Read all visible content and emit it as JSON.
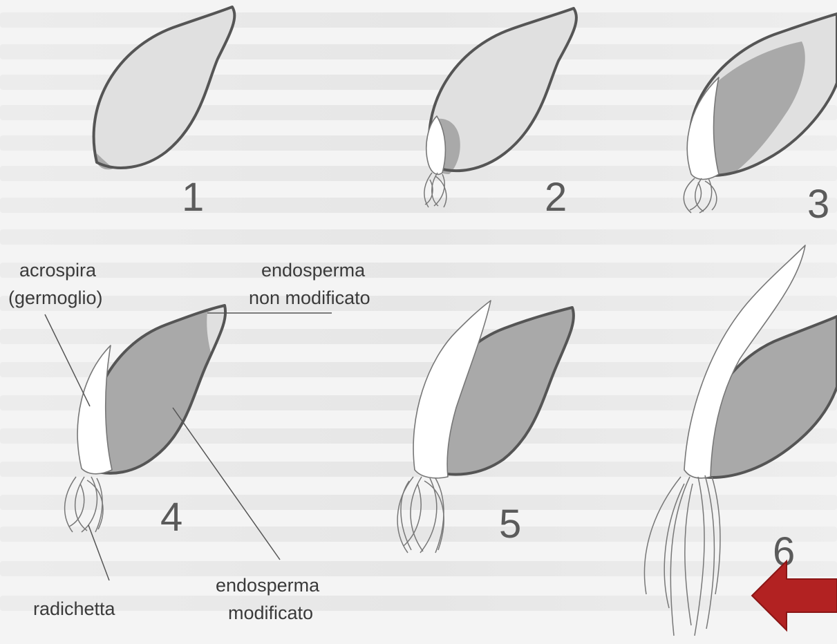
{
  "stages": [
    {
      "id": 1,
      "number": "1"
    },
    {
      "id": 2,
      "number": "2"
    },
    {
      "id": 3,
      "number": "3"
    },
    {
      "id": 4,
      "number": "4"
    },
    {
      "id": 5,
      "number": "5"
    },
    {
      "id": 6,
      "number": "6"
    }
  ],
  "labels": {
    "acrospira_line1": "acrospira",
    "acrospira_line2": "(germoglio)",
    "endo_non_line1": "endosperma",
    "endo_non_line2": "non modificato",
    "endo_mod_line1": "endosperma",
    "endo_mod_line2": "modificato",
    "radichetta": "radichetta"
  },
  "icons": [
    "grain-icon",
    "acrospira-icon",
    "rootlet-icon",
    "arrow-left-icon"
  ],
  "colors": {
    "background": "#f4f4f4",
    "outline": "#555555",
    "endosperm_unmodified": "#e0e0e0",
    "endosperm_modified": "#a9a9a9",
    "arrow": "#b22222"
  }
}
